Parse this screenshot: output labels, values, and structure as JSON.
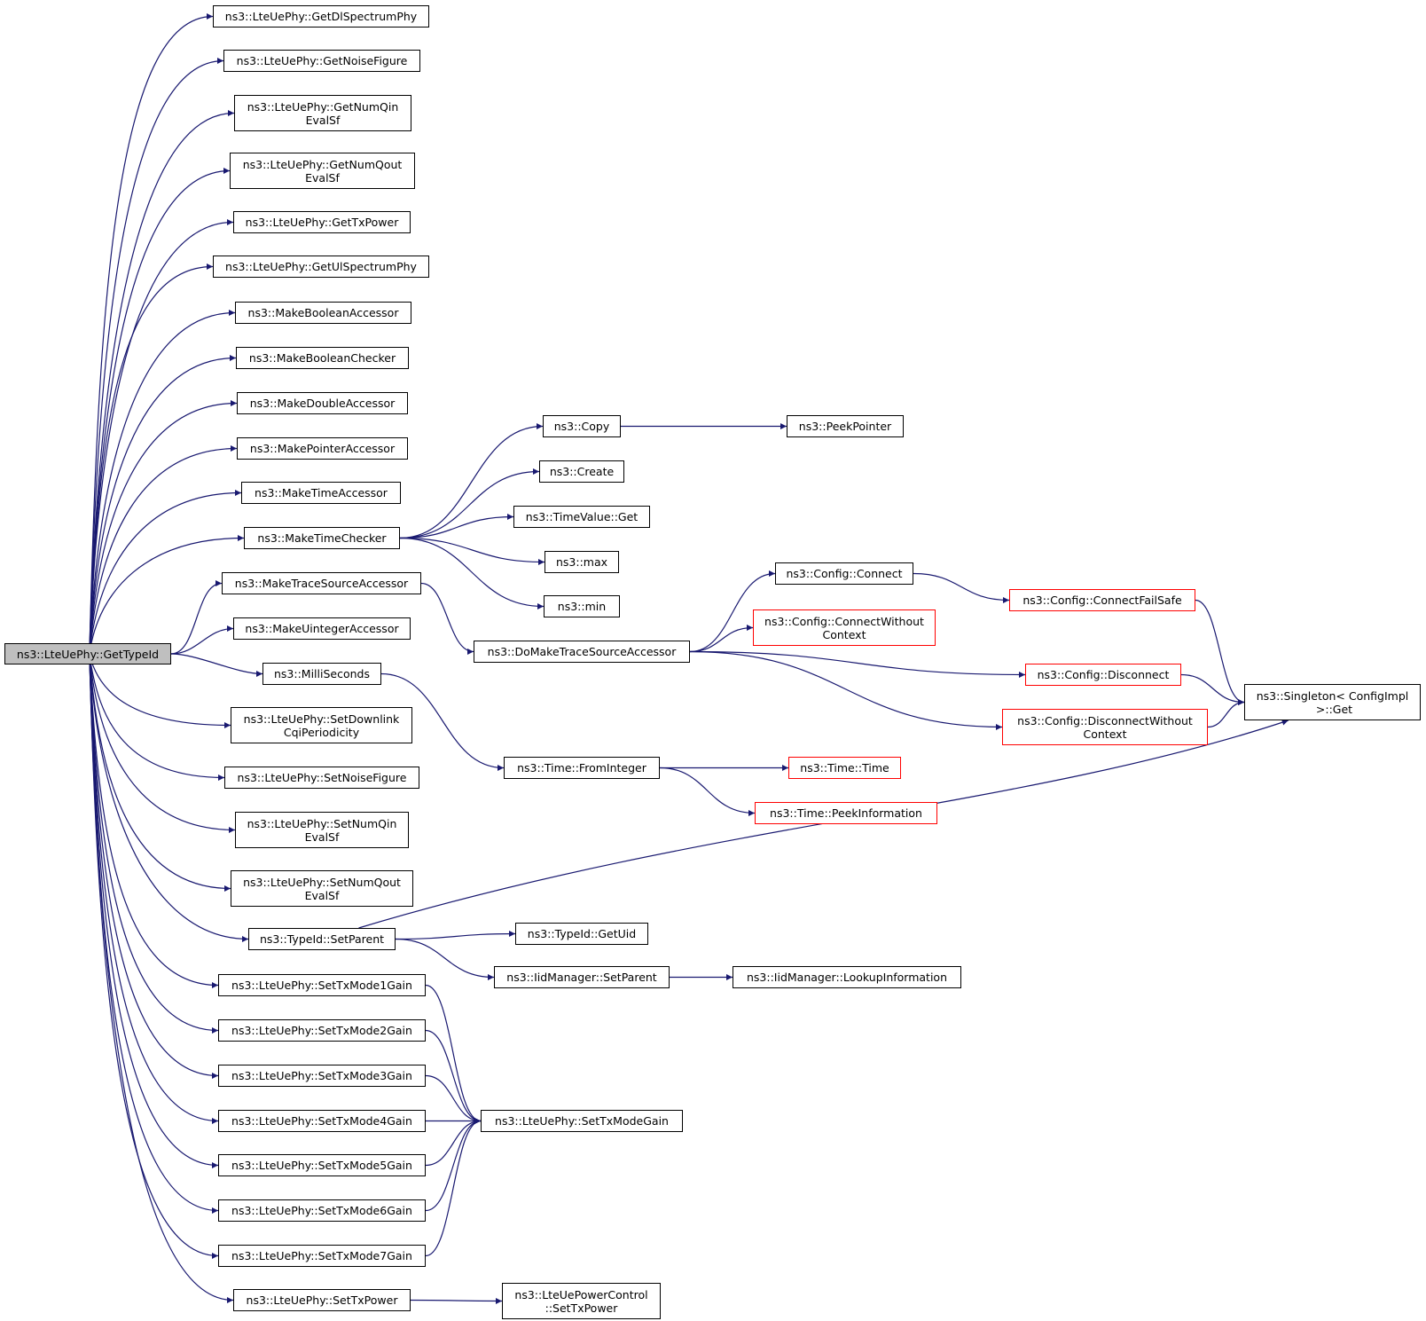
{
  "graph": {
    "edge_color": "#191970",
    "root_fill": "#bfbfbf",
    "truncated_border": "#ff0000",
    "nodes": [
      {
        "id": "root",
        "label": "ns3::LteUePhy::GetTypeId",
        "kind": "root"
      },
      {
        "id": "getDl",
        "label": "ns3::LteUePhy::GetDlSpectrumPhy"
      },
      {
        "id": "getNoise",
        "label": "ns3::LteUePhy::GetNoiseFigure"
      },
      {
        "id": "getNumQin",
        "label": "ns3::LteUePhy::GetNumQin\nEvalSf"
      },
      {
        "id": "getNumQout",
        "label": "ns3::LteUePhy::GetNumQout\nEvalSf"
      },
      {
        "id": "getTxPower",
        "label": "ns3::LteUePhy::GetTxPower"
      },
      {
        "id": "getUl",
        "label": "ns3::LteUePhy::GetUlSpectrumPhy"
      },
      {
        "id": "mkBoolAcc",
        "label": "ns3::MakeBooleanAccessor"
      },
      {
        "id": "mkBoolChk",
        "label": "ns3::MakeBooleanChecker"
      },
      {
        "id": "mkDblAcc",
        "label": "ns3::MakeDoubleAccessor"
      },
      {
        "id": "mkPtrAcc",
        "label": "ns3::MakePointerAccessor"
      },
      {
        "id": "mkTimeAcc",
        "label": "ns3::MakeTimeAccessor"
      },
      {
        "id": "mkTimeChk",
        "label": "ns3::MakeTimeChecker"
      },
      {
        "id": "mkTraceAcc",
        "label": "ns3::MakeTraceSourceAccessor"
      },
      {
        "id": "mkUintAcc",
        "label": "ns3::MakeUintegerAccessor"
      },
      {
        "id": "milli",
        "label": "ns3::MilliSeconds"
      },
      {
        "id": "setDlCqi",
        "label": "ns3::LteUePhy::SetDownlink\nCqiPeriodicity"
      },
      {
        "id": "setNoise",
        "label": "ns3::LteUePhy::SetNoiseFigure"
      },
      {
        "id": "setNumQin",
        "label": "ns3::LteUePhy::SetNumQin\nEvalSf"
      },
      {
        "id": "setNumQout",
        "label": "ns3::LteUePhy::SetNumQout\nEvalSf"
      },
      {
        "id": "typeIdSetParent",
        "label": "ns3::TypeId::SetParent"
      },
      {
        "id": "setTx1",
        "label": "ns3::LteUePhy::SetTxMode1Gain"
      },
      {
        "id": "setTx2",
        "label": "ns3::LteUePhy::SetTxMode2Gain"
      },
      {
        "id": "setTx3",
        "label": "ns3::LteUePhy::SetTxMode3Gain"
      },
      {
        "id": "setTx4",
        "label": "ns3::LteUePhy::SetTxMode4Gain"
      },
      {
        "id": "setTx5",
        "label": "ns3::LteUePhy::SetTxMode5Gain"
      },
      {
        "id": "setTx6",
        "label": "ns3::LteUePhy::SetTxMode6Gain"
      },
      {
        "id": "setTx7",
        "label": "ns3::LteUePhy::SetTxMode7Gain"
      },
      {
        "id": "setTxPower",
        "label": "ns3::LteUePhy::SetTxPower"
      },
      {
        "id": "copy",
        "label": "ns3::Copy"
      },
      {
        "id": "peekPtr",
        "label": "ns3::PeekPointer"
      },
      {
        "id": "create",
        "label": "ns3::Create"
      },
      {
        "id": "tvGet",
        "label": "ns3::TimeValue::Get"
      },
      {
        "id": "max",
        "label": "ns3::max"
      },
      {
        "id": "min",
        "label": "ns3::min"
      },
      {
        "id": "doMkTrace",
        "label": "ns3::DoMakeTraceSourceAccessor"
      },
      {
        "id": "cfgConnect",
        "label": "ns3::Config::Connect"
      },
      {
        "id": "cfgConnectFS",
        "label": "ns3::Config::ConnectFailSafe",
        "kind": "truncated"
      },
      {
        "id": "cfgConnectWC",
        "label": "ns3::Config::ConnectWithout\nContext",
        "kind": "truncated"
      },
      {
        "id": "cfgDisconnect",
        "label": "ns3::Config::Disconnect",
        "kind": "truncated"
      },
      {
        "id": "cfgDisconnectWC",
        "label": "ns3::Config::DisconnectWithout\nContext",
        "kind": "truncated"
      },
      {
        "id": "singletonGet",
        "label": "ns3::Singleton< ConfigImpl\n >::Get"
      },
      {
        "id": "fromInt",
        "label": "ns3::Time::FromInteger"
      },
      {
        "id": "timeTime",
        "label": "ns3::Time::Time",
        "kind": "truncated"
      },
      {
        "id": "peekInfo",
        "label": "ns3::Time::PeekInformation",
        "kind": "truncated"
      },
      {
        "id": "typeIdGetUid",
        "label": "ns3::TypeId::GetUid"
      },
      {
        "id": "iidSetParent",
        "label": "ns3::IidManager::SetParent"
      },
      {
        "id": "iidLookup",
        "label": "ns3::IidManager::LookupInformation"
      },
      {
        "id": "setTxModeGain",
        "label": "ns3::LteUePhy::SetTxModeGain"
      },
      {
        "id": "pcSetTxPower",
        "label": "ns3::LteUePowerControl\n::SetTxPower"
      }
    ],
    "edges": [
      [
        "root",
        "getDl"
      ],
      [
        "root",
        "getNoise"
      ],
      [
        "root",
        "getNumQin"
      ],
      [
        "root",
        "getNumQout"
      ],
      [
        "root",
        "getTxPower"
      ],
      [
        "root",
        "getUl"
      ],
      [
        "root",
        "mkBoolAcc"
      ],
      [
        "root",
        "mkBoolChk"
      ],
      [
        "root",
        "mkDblAcc"
      ],
      [
        "root",
        "mkPtrAcc"
      ],
      [
        "root",
        "mkTimeAcc"
      ],
      [
        "root",
        "mkTimeChk"
      ],
      [
        "root",
        "mkTraceAcc"
      ],
      [
        "root",
        "mkUintAcc"
      ],
      [
        "root",
        "milli"
      ],
      [
        "root",
        "setDlCqi"
      ],
      [
        "root",
        "setNoise"
      ],
      [
        "root",
        "setNumQin"
      ],
      [
        "root",
        "setNumQout"
      ],
      [
        "root",
        "typeIdSetParent"
      ],
      [
        "root",
        "setTx1"
      ],
      [
        "root",
        "setTx2"
      ],
      [
        "root",
        "setTx3"
      ],
      [
        "root",
        "setTx4"
      ],
      [
        "root",
        "setTx5"
      ],
      [
        "root",
        "setTx6"
      ],
      [
        "root",
        "setTx7"
      ],
      [
        "root",
        "setTxPower"
      ],
      [
        "mkTimeChk",
        "copy"
      ],
      [
        "mkTimeChk",
        "create"
      ],
      [
        "mkTimeChk",
        "tvGet"
      ],
      [
        "mkTimeChk",
        "max"
      ],
      [
        "mkTimeChk",
        "min"
      ],
      [
        "copy",
        "peekPtr"
      ],
      [
        "mkTraceAcc",
        "doMkTrace"
      ],
      [
        "doMkTrace",
        "cfgConnect"
      ],
      [
        "doMkTrace",
        "cfgConnectWC"
      ],
      [
        "doMkTrace",
        "cfgDisconnect"
      ],
      [
        "doMkTrace",
        "cfgDisconnectWC"
      ],
      [
        "cfgConnect",
        "cfgConnectFS"
      ],
      [
        "cfgConnectFS",
        "singletonGet"
      ],
      [
        "cfgDisconnect",
        "singletonGet"
      ],
      [
        "cfgDisconnectWC",
        "singletonGet"
      ],
      [
        "milli",
        "fromInt"
      ],
      [
        "fromInt",
        "timeTime"
      ],
      [
        "fromInt",
        "peekInfo"
      ],
      [
        "typeIdSetParent",
        "singletonGet"
      ],
      [
        "typeIdSetParent",
        "typeIdGetUid"
      ],
      [
        "typeIdSetParent",
        "iidSetParent"
      ],
      [
        "iidSetParent",
        "iidLookup"
      ],
      [
        "setTx1",
        "setTxModeGain"
      ],
      [
        "setTx2",
        "setTxModeGain"
      ],
      [
        "setTx3",
        "setTxModeGain"
      ],
      [
        "setTx4",
        "setTxModeGain"
      ],
      [
        "setTx5",
        "setTxModeGain"
      ],
      [
        "setTx6",
        "setTxModeGain"
      ],
      [
        "setTx7",
        "setTxModeGain"
      ],
      [
        "setTxPower",
        "pcSetTxPower"
      ]
    ]
  }
}
